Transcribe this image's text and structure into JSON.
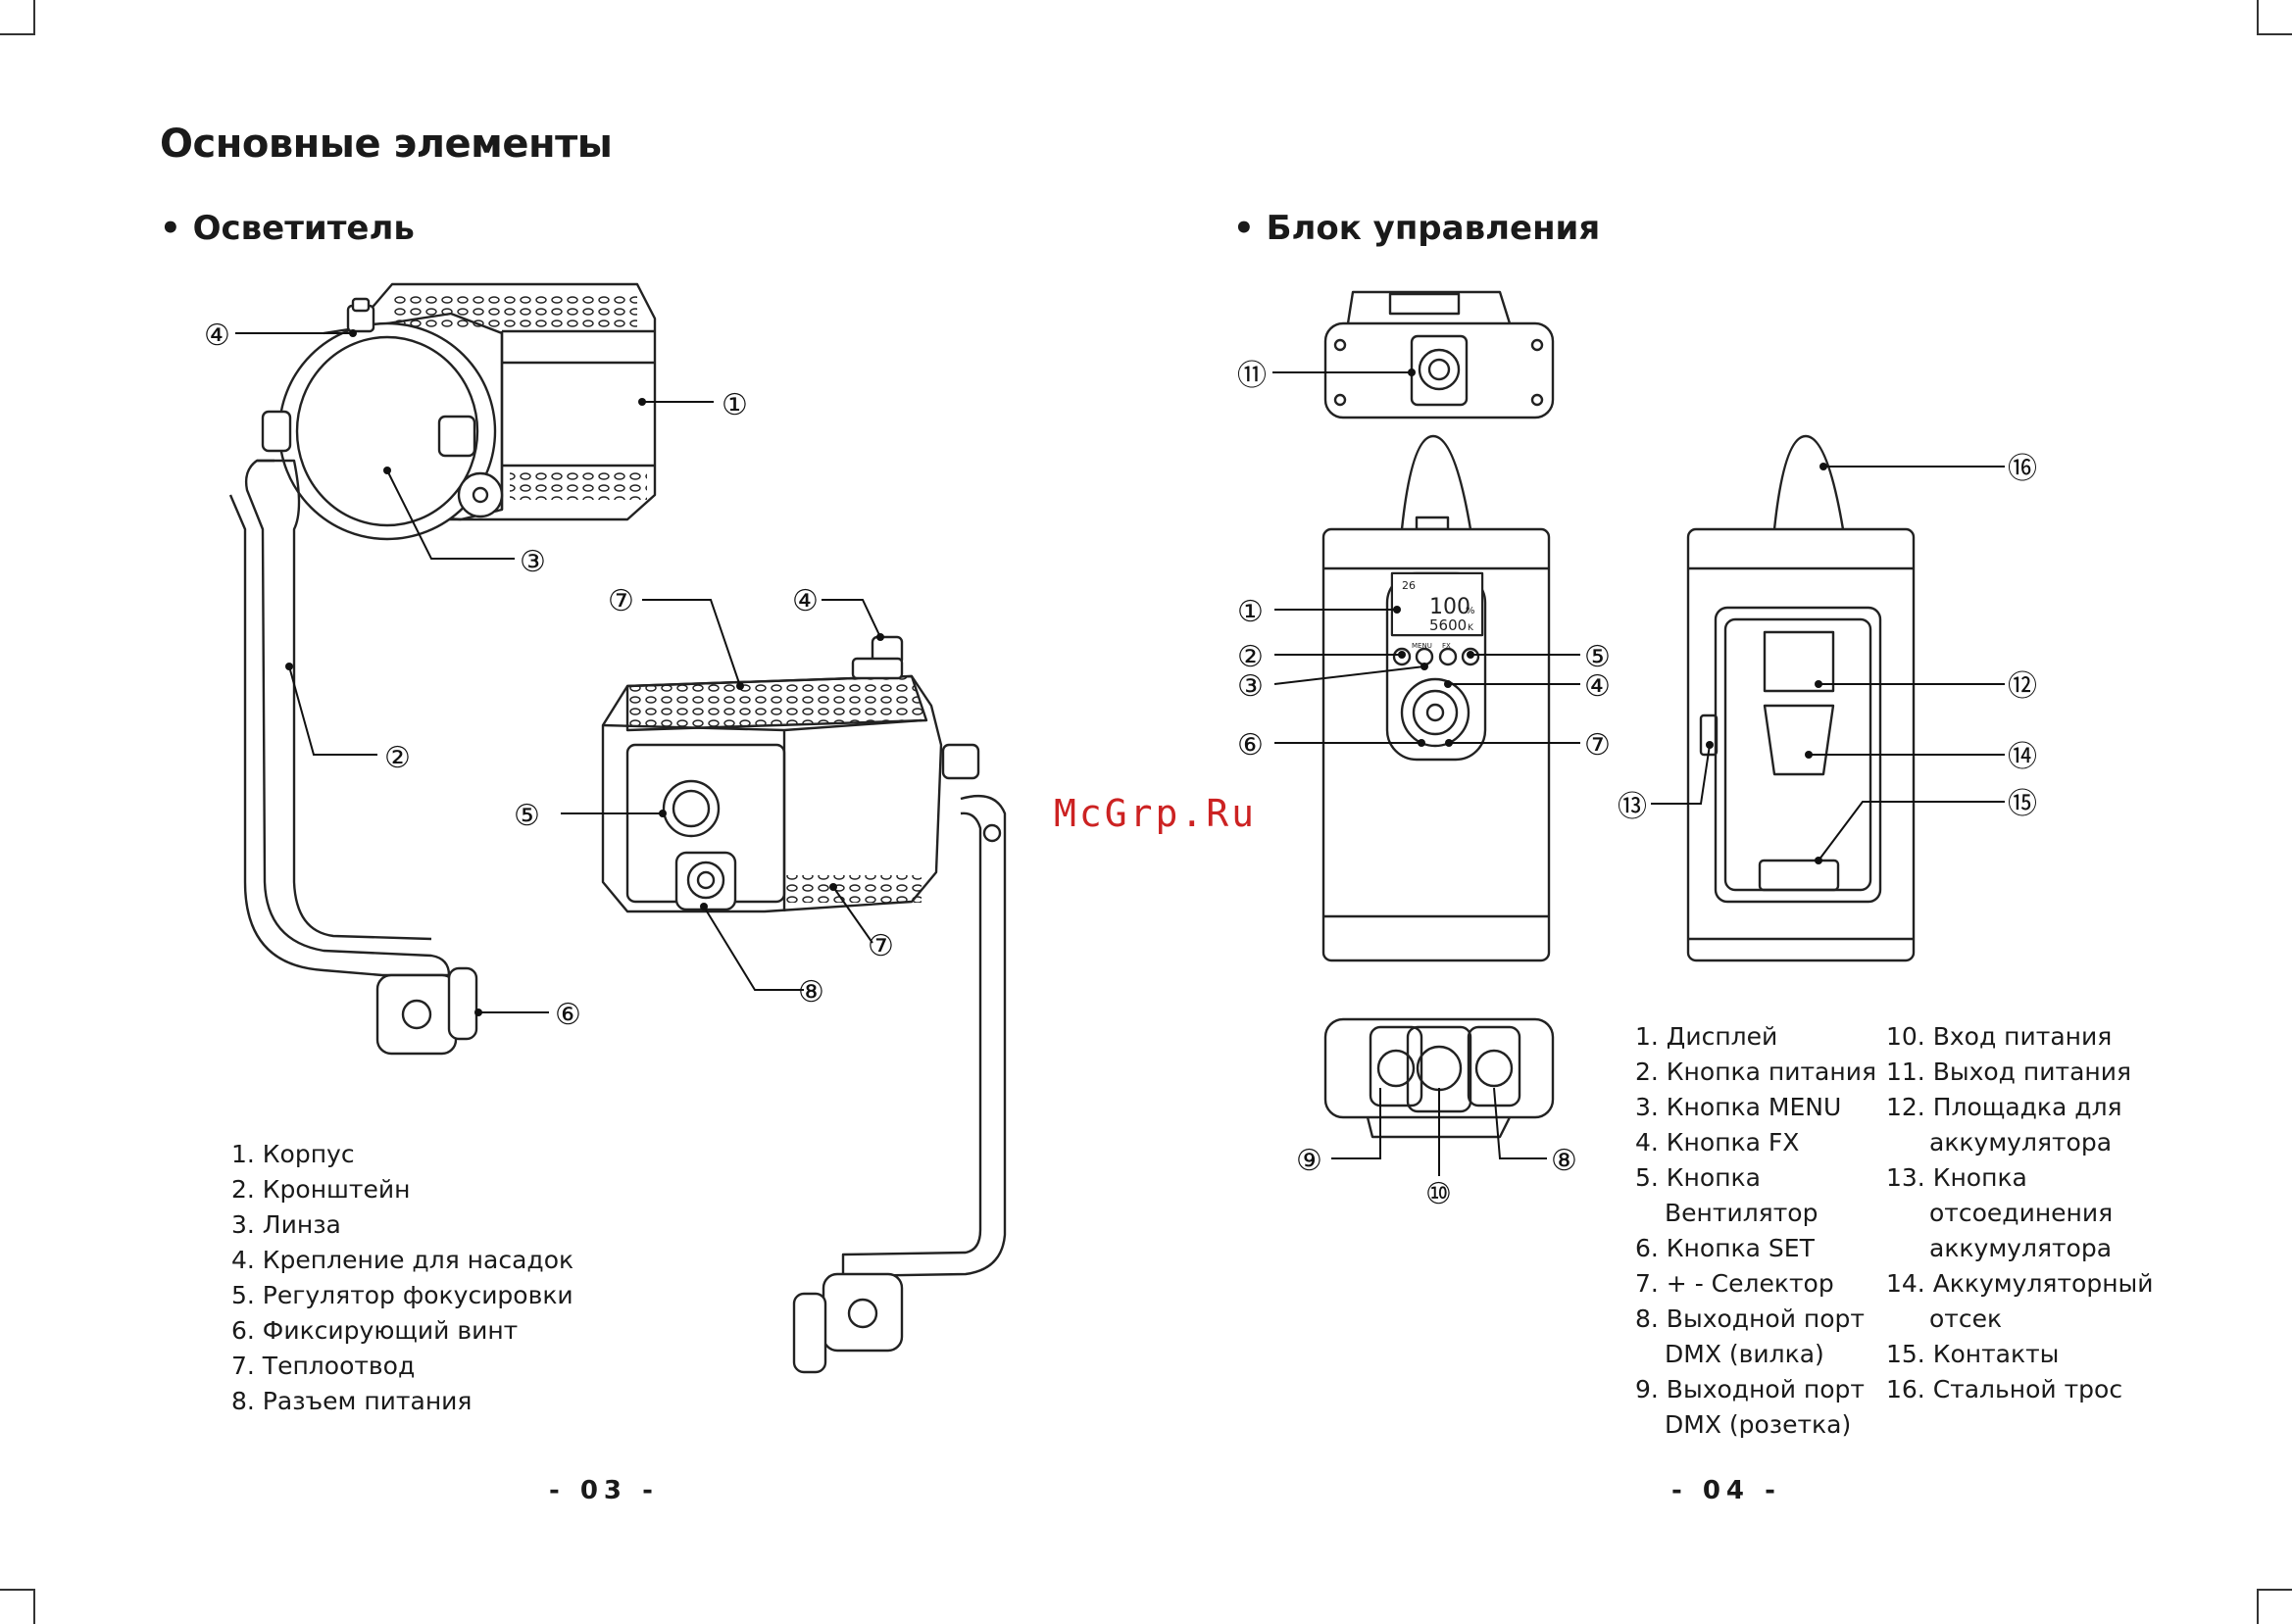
{
  "title": "Основные элементы",
  "left_section": "• Осветитель",
  "right_section": "• Блок управления",
  "watermark": "McGrp.Ru",
  "display": {
    "top": "26",
    "power": "100",
    "power_unit": "%",
    "temp": "5600",
    "temp_unit": "K"
  },
  "panel_labels": {
    "menu": "MENU",
    "fx": "FX"
  },
  "callouts": [
    "①",
    "②",
    "③",
    "④",
    "⑤",
    "⑥",
    "⑦",
    "⑧",
    "⑨",
    "⑩",
    "⑪",
    "⑫",
    "⑬",
    "⑭",
    "⑮",
    "⑯"
  ],
  "light_legend": [
    "1. Корпус",
    "2. Кронштейн",
    "3. Линза",
    "4. Крепление для насадок",
    "5. Регулятор фокусировки",
    "6. Фиксирующий винт",
    "7. Теплоотвод",
    "8. Разъем питания"
  ],
  "control_legend_col1": [
    "1. Дисплей",
    "2. Кнопка питания",
    "3. Кнопка MENU",
    "4. Кнопка FX",
    "5. Кнопка",
    "Вентилятор",
    "6. Кнопка SET",
    "7. + - Селектор",
    "8. Выходной порт",
    "DMX (вилка)",
    "9. Выходной порт",
    "DMX (розетка)"
  ],
  "control_legend_col2": [
    "10. Вход питания",
    "11. Выход питания",
    "12. Площадка для",
    "аккумулятора",
    "13. Кнопка",
    "отсоединения",
    "аккумулятора",
    "14. Аккумуляторный",
    "отсек",
    "15. Контакты",
    "16. Стальной трос"
  ],
  "page_left": "-  03  -",
  "page_right": "-  04  -"
}
